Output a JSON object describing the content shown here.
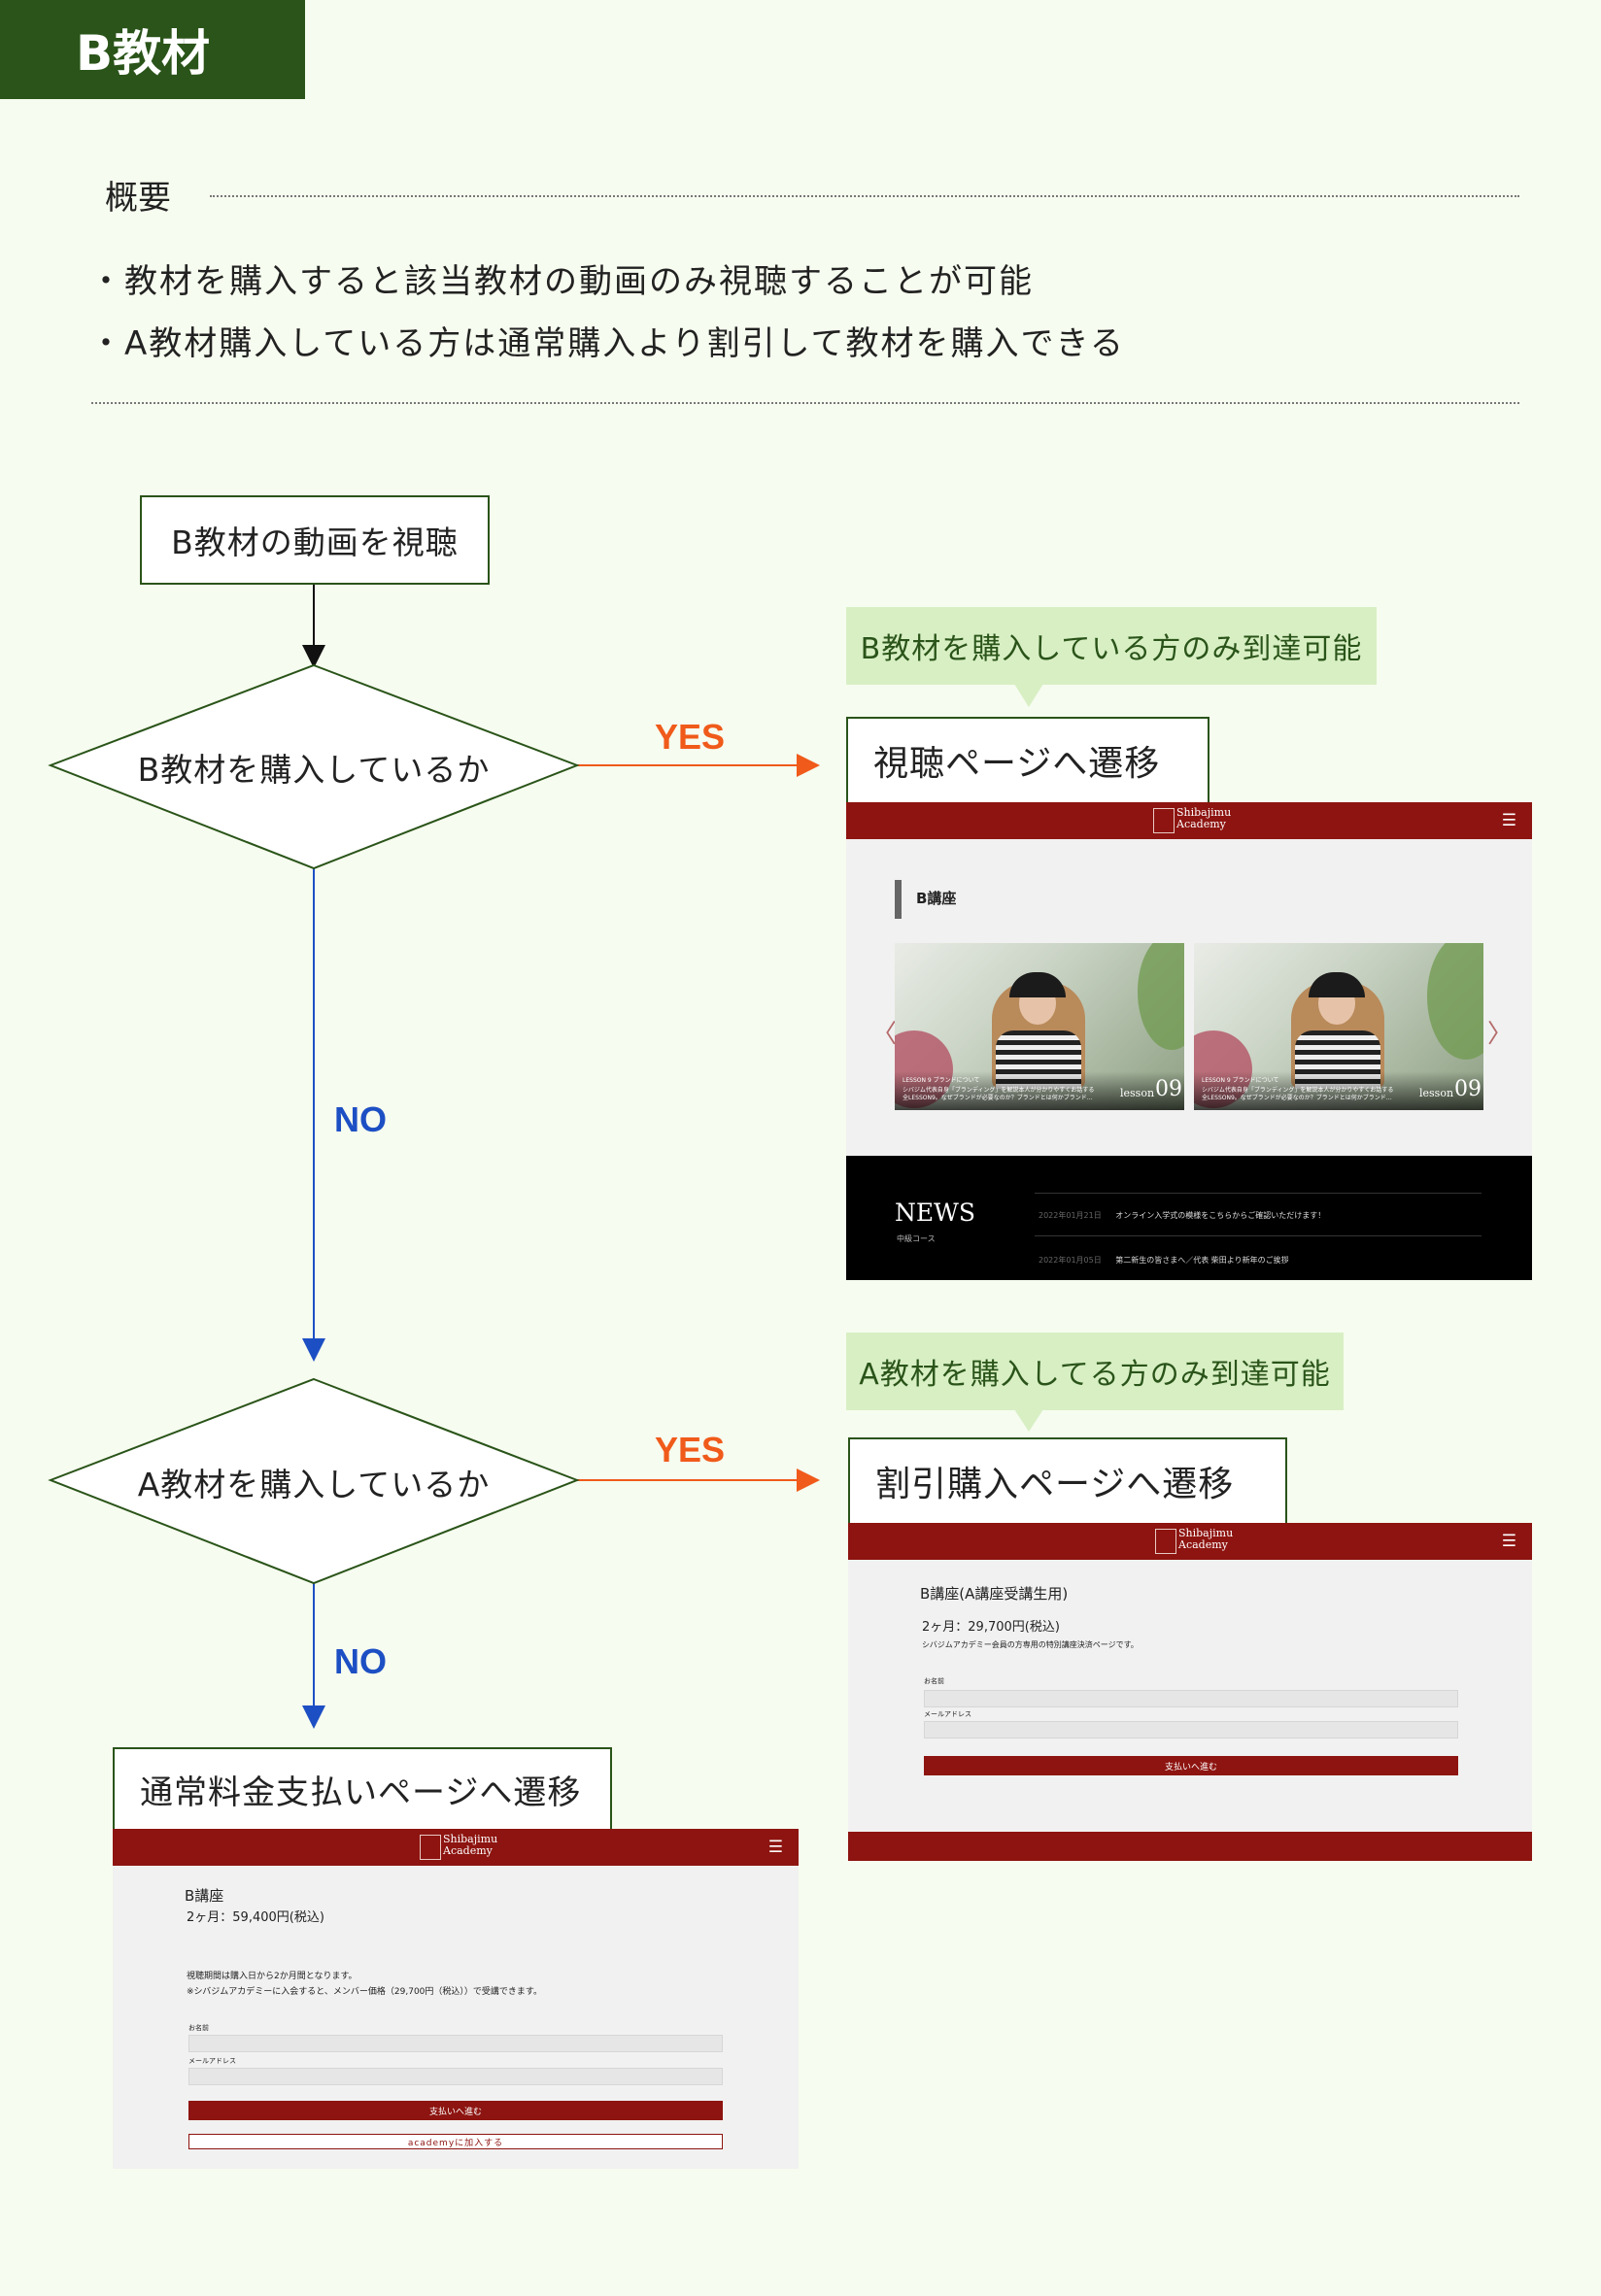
{
  "header": {
    "title": "B教材"
  },
  "overview": {
    "label": "概要",
    "bullets": [
      "・教材を購入すると該当教材の動画のみ視聴することが可能",
      "・A教材購入している方は通常購入より割引して教材を購入できる"
    ]
  },
  "flow": {
    "start": "B教材の動画を視聴",
    "decision1": "B教材を購入しているか",
    "decision2": "A教材を購入しているか",
    "yes_label": "YES",
    "no_label": "NO",
    "callout1": "B教材を購入している方のみ到達可能",
    "callout2": "A教材を購入してる方のみ到達可能",
    "result1": "視聴ページへ遷移",
    "result2": "割引購入ページへ遷移",
    "result3": "通常料金支払いページへ遷移"
  },
  "logo": {
    "line1": "Shibajimu",
    "line2": "Academy"
  },
  "menu_glyph": "☰",
  "page1": {
    "section_title": "B講座",
    "prev_arrow": "〈",
    "next_arrow": "〉",
    "cards": [
      {
        "tag": "LESSON 9",
        "tag2": "ブランドについて",
        "text1": "シバジム代表自身「ブランディング」を解説本人が分かりやすくお話する",
        "text2": "全LESSON9。なぜブランドが必要なのか？ブランドとは何かブランド…",
        "lesson": "lesson",
        "number": "09"
      },
      {
        "tag": "LESSON 9",
        "tag2": "ブランドについて",
        "text1": "シバジム代表自身「ブランディング」を解説本人が分かりやすくお話する",
        "text2": "全LESSON9。なぜブランドが必要なのか？ブランドとは何かブランド…",
        "lesson": "lesson",
        "number": "09"
      }
    ],
    "news": {
      "title": "NEWS",
      "subtitle": "中級コース",
      "items": [
        {
          "date": "2022年01月21日",
          "text": "オンライン入学式の模様をこちらからご確認いただけます！"
        },
        {
          "date": "2022年01月05日",
          "text": "第二新生の皆さまへ／代表 柴田より新年のご挨拶"
        }
      ]
    }
  },
  "page2": {
    "title": "B講座(A講座受講生用)",
    "price": "2ヶ月：29,700円(税込)",
    "note": "シバジムアカデミー会員の方専用の特別講座決済ページです。",
    "name_label": "お名前",
    "email_label": "メールアドレス",
    "pay_button": "支払いへ進む"
  },
  "page3": {
    "title": "B講座",
    "price": "2ヶ月：59,400円(税込)",
    "note1": "視聴期間は購入日から2か月間となります。",
    "note2": "※シバジムアカデミーに入会すると、メンバー価格（29,700円（税込））で受講できます。",
    "name_label": "お名前",
    "email_label": "メールアドレス",
    "pay_button": "支払いへ進む",
    "join_button": "academyに加入する"
  }
}
